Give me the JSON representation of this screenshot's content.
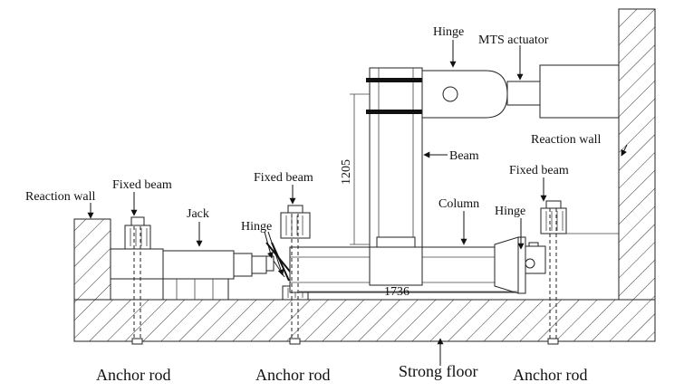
{
  "labels": {
    "hinge_top": "Hinge",
    "mts_actuator": "MTS actuator",
    "beam": "Beam",
    "reaction_wall_right": "Reaction wall",
    "fixed_beam_left": "Fixed beam",
    "fixed_beam_middle": "Fixed beam",
    "fixed_beam_right": "Fixed beam",
    "reaction_wall_left": "Reaction wall",
    "jack": "Jack",
    "hinge_left": "Hinge",
    "column": "Column",
    "hinge_right": "Hinge",
    "dim_height": "1205",
    "dim_length": "1736",
    "anchor_rod_1": "Anchor rod",
    "anchor_rod_2": "Anchor rod",
    "strong_floor": "Strong floor",
    "anchor_rod_3": "Anchor rod"
  }
}
